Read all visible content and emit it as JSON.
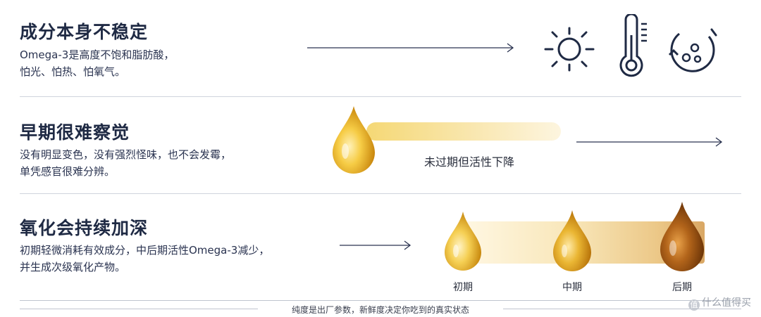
{
  "section1": {
    "title": "成分本身不稳定",
    "desc_line1": "Omega-3是高度不饱和脂肪酸，",
    "desc_line2": "怕光、怕热、怕氧气。",
    "icons": [
      "sun-icon",
      "thermometer-icon",
      "oxygen-bubbles-icon"
    ]
  },
  "section2": {
    "title": "早期很难察觉",
    "desc_line1": "没有明显变色，没有强烈怪味，也不会发霉，",
    "desc_line2": "单凭感官很难分辨。",
    "bar_label": "未过期但活性下降"
  },
  "section3": {
    "title": "氧化会持续加深",
    "desc_line1": "初期轻微消耗有效成分，中后期活性Omega-3减少，",
    "desc_line2": "并生成次级氧化产物。",
    "stages": [
      "初期",
      "中期",
      "后期"
    ]
  },
  "footer": {
    "note": "纯度是出厂参数，新鲜度决定你吃到的真实状态"
  },
  "watermark": {
    "badge": "值",
    "text": "什么值得买"
  },
  "colors": {
    "navy": "#1f2a44",
    "gold_light": "#f6d36a",
    "gold": "#e2a520",
    "amber_dark": "#8a4a10"
  }
}
